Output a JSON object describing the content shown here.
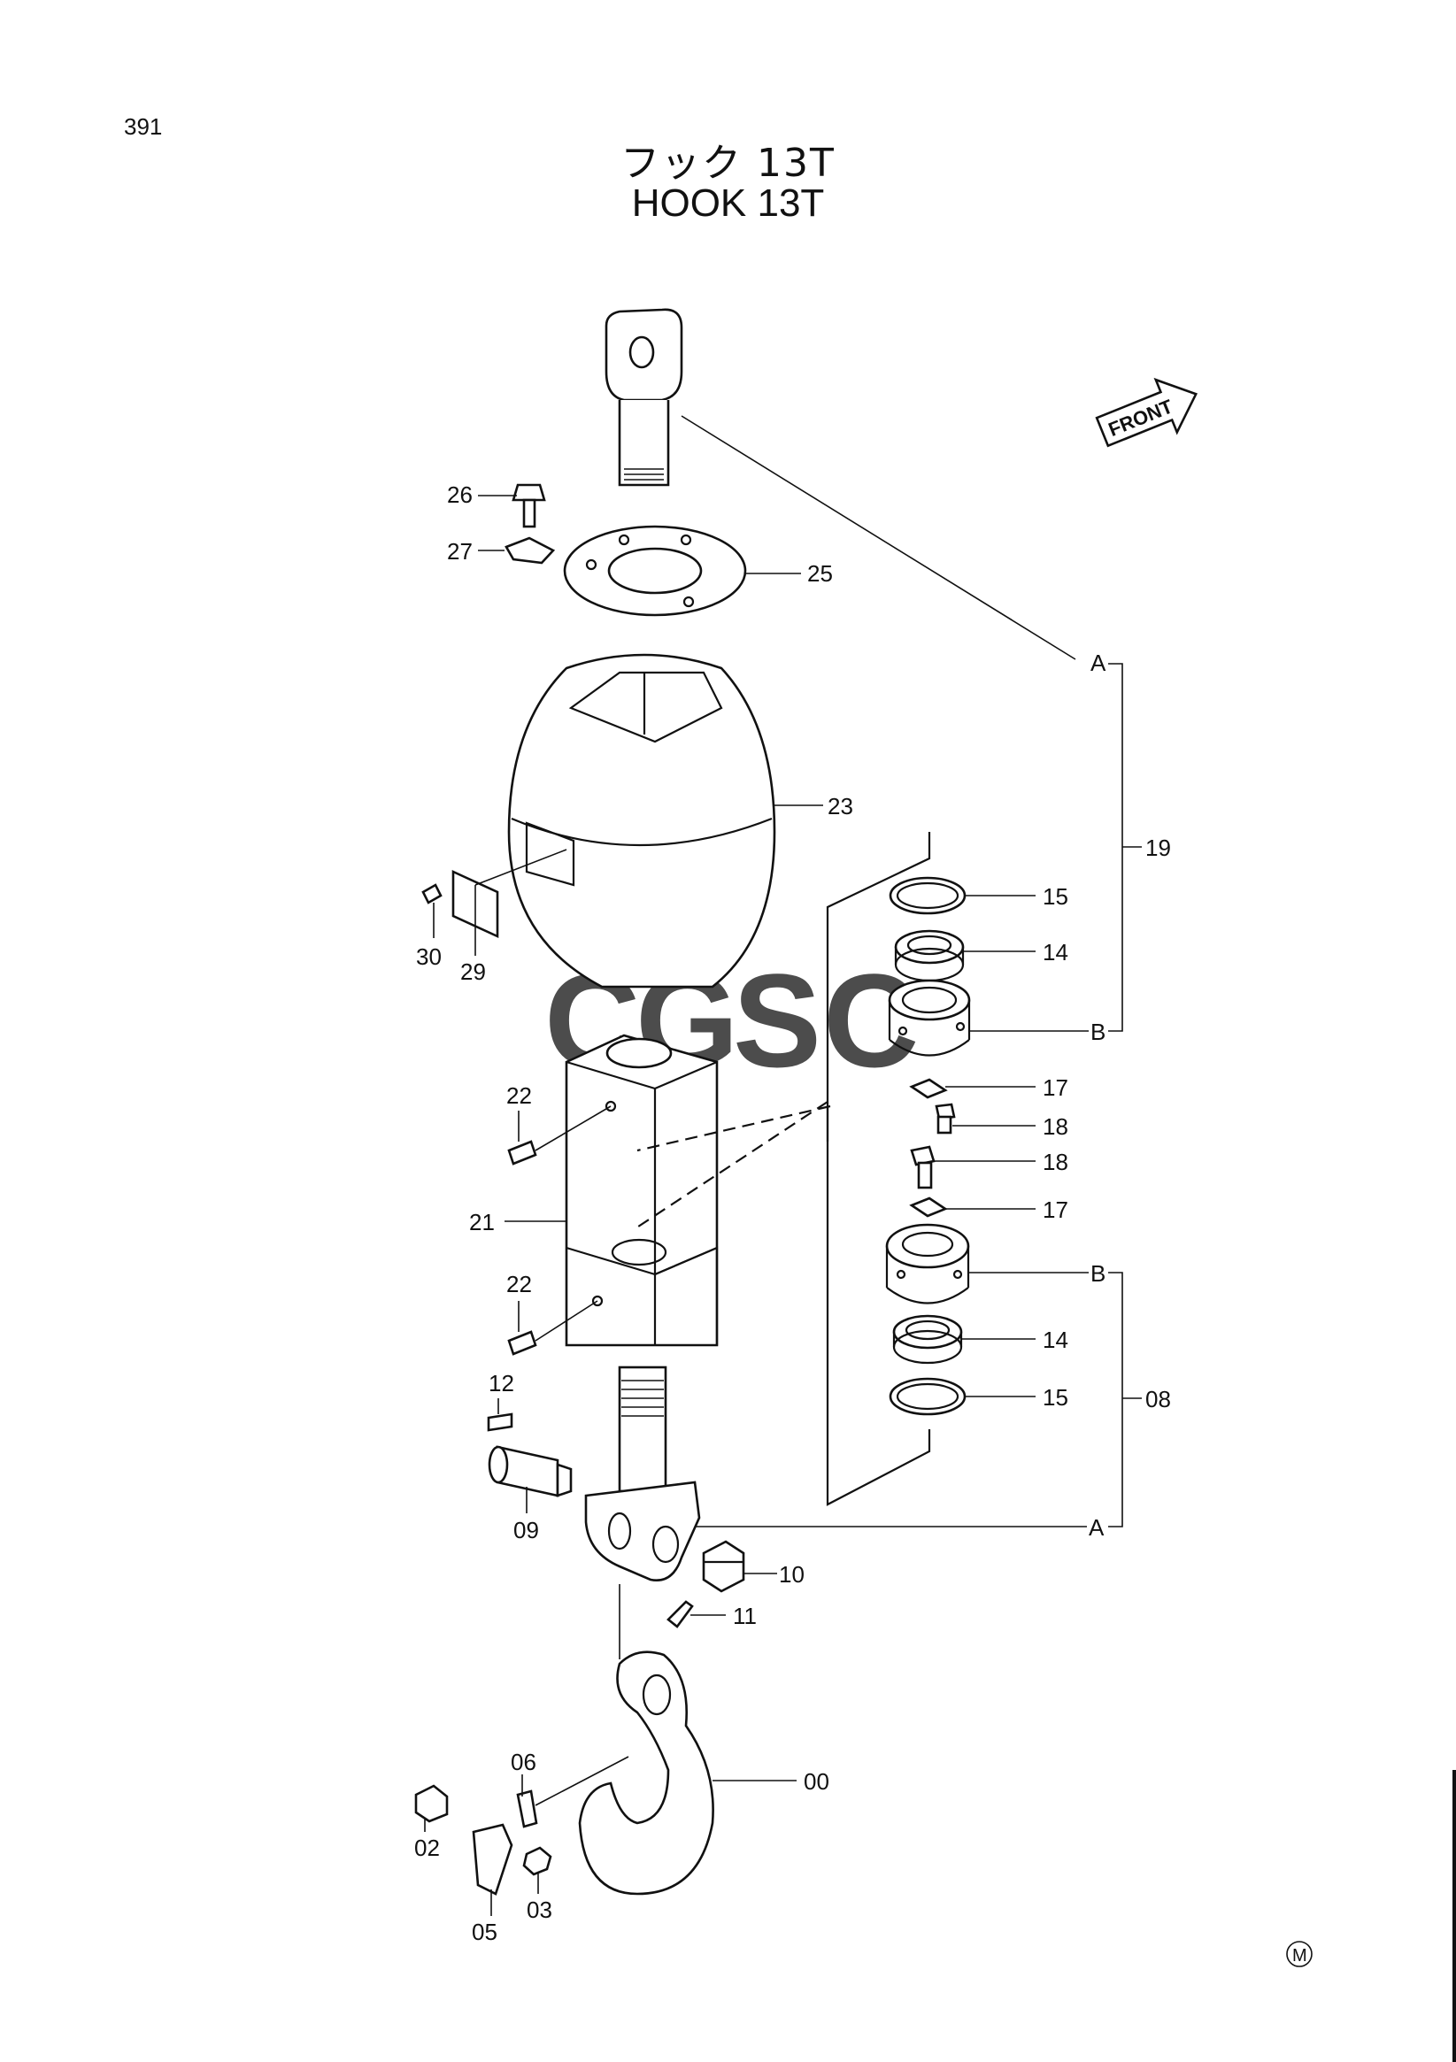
{
  "page": {
    "number": "391"
  },
  "title": {
    "japanese": "フック 13T",
    "english": "HOOK 13T"
  },
  "front_indicator": "FRONT",
  "watermark": {
    "text": "CGSC",
    "colors": [
      "#5b8fe6",
      "#e86a5e",
      "#f2c548",
      "#5fb47e"
    ]
  },
  "corner_mark": "M",
  "callouts": {
    "c26": "26",
    "c27": "27",
    "c25": "25",
    "c23": "23",
    "c30": "30",
    "c29": "29",
    "c22a": "22",
    "c21": "21",
    "c22b": "22",
    "c12": "12",
    "c09": "09",
    "c10": "10",
    "c11": "11",
    "c00": "00",
    "c06": "06",
    "c02": "02",
    "c03": "03",
    "c05": "05",
    "c15a": "15",
    "c14a": "14",
    "c17a": "17",
    "c18a": "18",
    "c18b": "18",
    "c17b": "17",
    "c14b": "14",
    "c15b": "15",
    "c19": "19",
    "c08": "08",
    "refA1": "A",
    "refB1": "B",
    "refB2": "B",
    "refA2": "A"
  }
}
